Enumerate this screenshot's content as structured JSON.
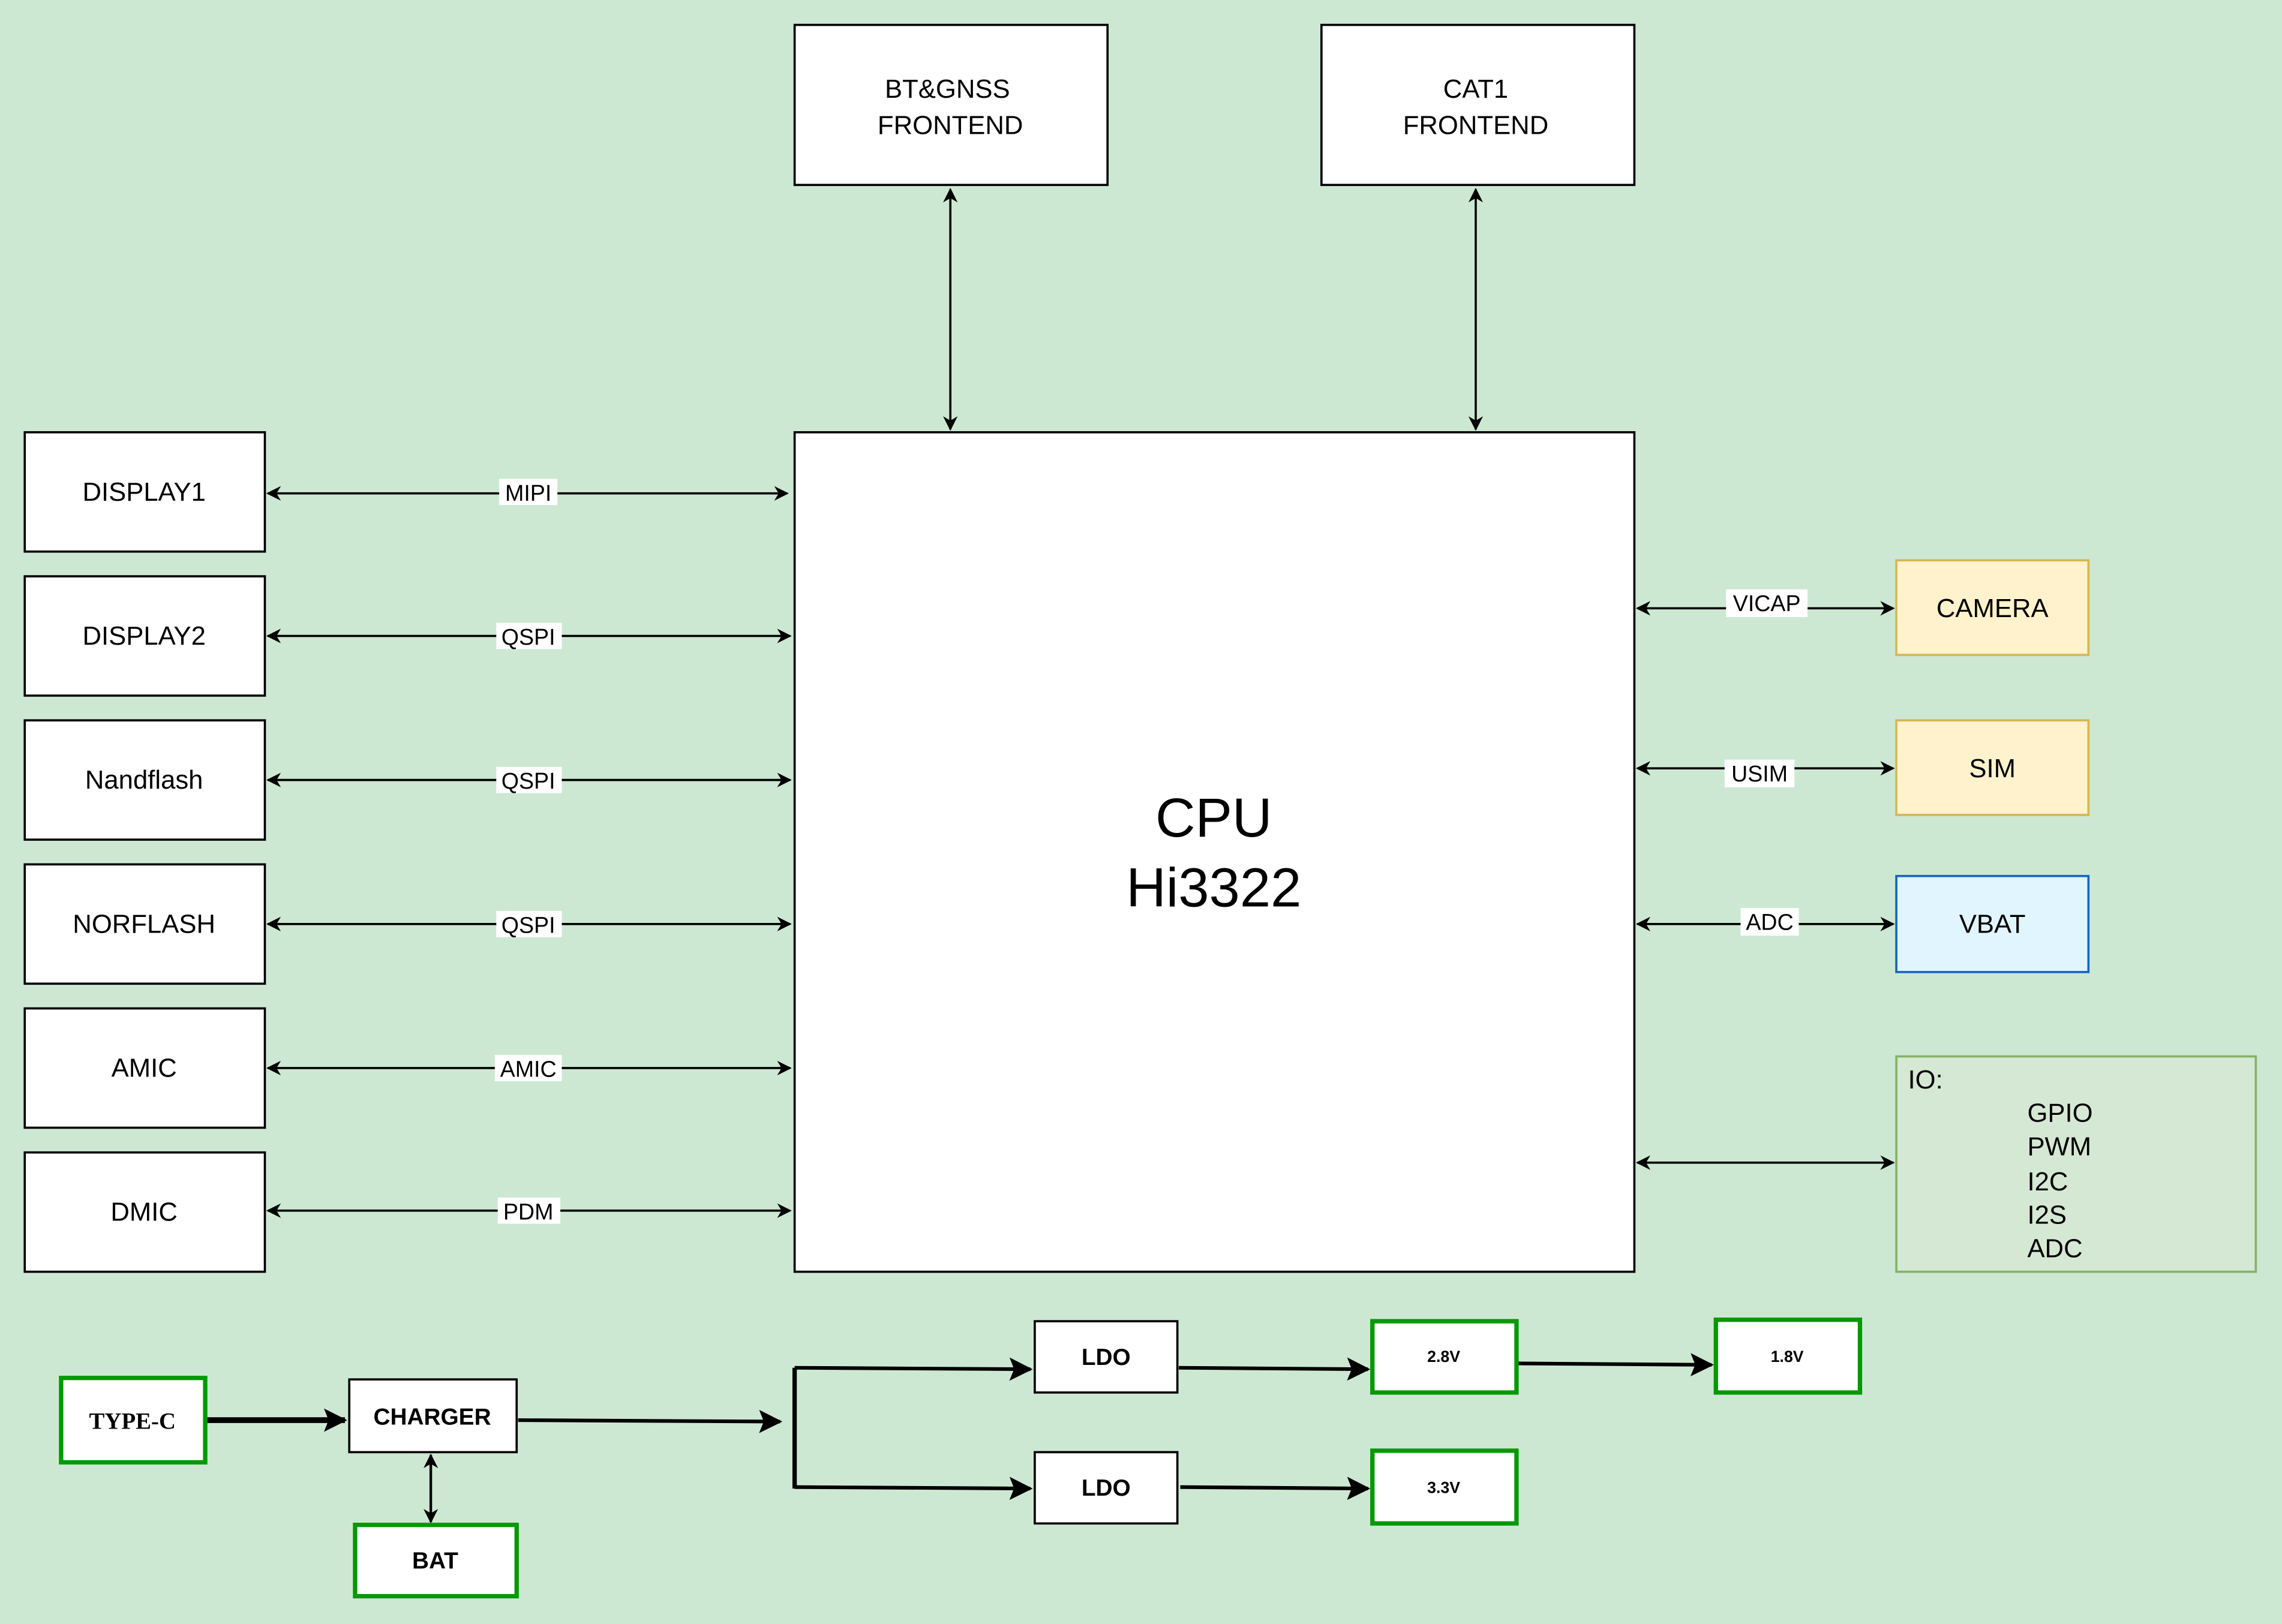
{
  "colors": {
    "background": "#cde8d2",
    "box_stroke": "#000000",
    "camera_fill": "#fff2cc",
    "camera_stroke": "#d6b656",
    "vbat_fill": "#e1f5fe",
    "vbat_stroke": "#1565c0",
    "io_fill": "#d5e8d4",
    "io_stroke": "#82b366",
    "power_stroke": "#009900"
  },
  "blocks": {
    "bt": {
      "line1": "BT&GNSS",
      "line2": "FRONTEND"
    },
    "cat1": {
      "line1": "CAT1",
      "line2": "FRONTEND"
    },
    "cpu": {
      "line1": "CPU",
      "line2": "Hi3322"
    },
    "display1": "DISPLAY1",
    "display2": "DISPLAY2",
    "nandflash": "Nandflash",
    "norflash": "NORFLASH",
    "amic": "AMIC",
    "dmic": "DMIC",
    "camera": "CAMERA",
    "sim": "SIM",
    "vbat": "VBAT",
    "io": {
      "title": "IO:",
      "items": [
        "GPIO",
        "PWM",
        "I2C",
        "I2S",
        "ADC"
      ]
    }
  },
  "links": {
    "display1": "MIPI",
    "display2": "QSPI",
    "nandflash": "QSPI",
    "norflash": "QSPI",
    "amic": "AMIC",
    "dmic": "PDM",
    "camera": "VICAP",
    "sim": "USIM",
    "vbat": "ADC"
  },
  "power": {
    "typec": "TYPE-C",
    "charger": "CHARGER",
    "bat": "BAT",
    "ldo1": "LDO",
    "ldo2": "LDO",
    "v28": "2.8V",
    "v18": "1.8V",
    "v33": "3.3V"
  }
}
